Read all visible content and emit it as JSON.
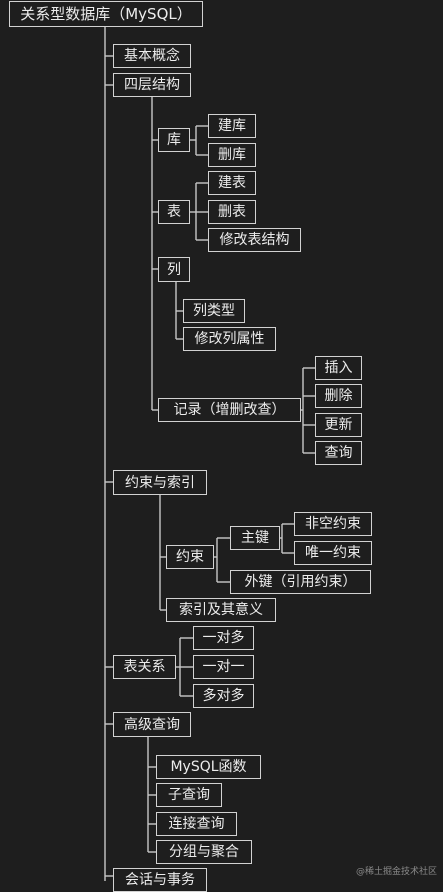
{
  "nodes": {
    "root": "关系型数据库（MySQL）",
    "basic": "基本概念",
    "four_layer": "四层结构",
    "ku": "库",
    "jianku": "建库",
    "shanku": "删库",
    "biao": "表",
    "jianbiao": "建表",
    "shanbiao": "删表",
    "xiugaibiao": "修改表结构",
    "lie": "列",
    "lieleixing": "列类型",
    "xiugailie": "修改列属性",
    "jilu": "记录（增删改查）",
    "charu": "插入",
    "shanchu": "删除",
    "gengxin": "更新",
    "chaxun": "查询",
    "yueshu_suoyin": "约束与索引",
    "yueshu": "约束",
    "zhujian": "主键",
    "feikong": "非空约束",
    "weiyi": "唯一约束",
    "waijian": "外键（引用约束）",
    "suoyin": "索引及其意义",
    "biaoguanxi": "表关系",
    "yiduiduo": "一对多",
    "yiduiyi": "一对一",
    "duoduiduo": "多对多",
    "gaoji": "高级查询",
    "hanshu": "MySQL函数",
    "zichaxun": "子查询",
    "lianjie": "连接查询",
    "fenzu": "分组与聚合",
    "huihua": "会话与事务"
  },
  "watermark": "@稀土掘金技术社区"
}
